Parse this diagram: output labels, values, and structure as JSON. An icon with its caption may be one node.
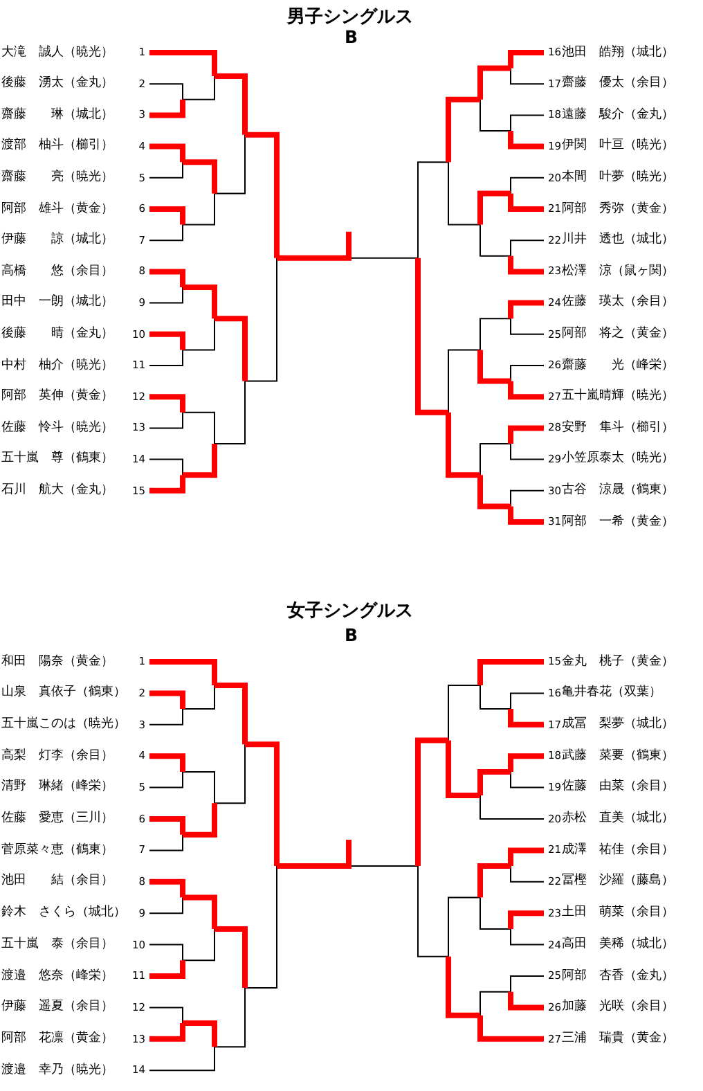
{
  "diagram": {
    "labels": [
      "男子シングルス",
      "B",
      "大滝　誠人（暁光）",
      "1",
      "後藤　湧太（金丸）",
      "2",
      "齋藤　　琳（城北）",
      "3",
      "渡部　柚斗（櫛引）",
      "4",
      "齋藤　　亮（暁光）",
      "5",
      "阿部　雄斗（黄金）",
      "6",
      "伊藤　　諒（城北）",
      "7",
      "高橋　　悠（余目）",
      "8",
      "田中　一朗（城北）",
      "9",
      "後藤　　晴（金丸）",
      "10",
      "中村　柚介（暁光）",
      "11",
      "阿部　英伸（黄金）",
      "12",
      "佐藤　怜斗（暁光）",
      "13",
      "五十嵐　尊（鶴東）",
      "14",
      "石川　航大（金丸）",
      "15",
      "16",
      "池田　皓翔（城北）",
      "17",
      "齋藤　優太（余目）",
      "18",
      "遠藤　駿介（金丸）",
      "19",
      "伊関　叶亘（暁光）",
      "20",
      "本間　叶夢（暁光）",
      "21",
      "阿部　秀弥（黄金）",
      "22",
      "川井　透也（城北）",
      "23",
      "松澤　涼（鼠ヶ関）",
      "24",
      "佐藤　瑛太（余目）",
      "25",
      "阿部　将之（黄金）",
      "26",
      "齋藤　　光（峰栄）",
      "27",
      "五十嵐晴輝（暁光）",
      "28",
      "安野　隼斗（櫛引）",
      "29",
      "小笠原泰太（暁光）",
      "30",
      "古谷　涼晟（鶴東）",
      "31",
      "阿部　一希（黄金）",
      "女子シングルス",
      "B",
      "和田　陽奈（黄金）",
      "1",
      "山泉　真依子（鶴東）",
      "2",
      "五十嵐このは（暁光）",
      "3",
      "高梨　灯李（余目）",
      "4",
      "清野　琳緒（峰栄）",
      "5",
      "佐藤　愛恵（三川）",
      "6",
      "菅原菜々恵（鶴東）",
      "7",
      "池田　　結（余目）",
      "8",
      "鈴木　さくら（城北）",
      "9",
      "五十嵐　泰（余目）",
      "10",
      "渡邉　悠奈（峰栄）",
      "11",
      "伊藤　遥夏（余目）",
      "12",
      "阿部　花凛（黄金）",
      "13",
      "渡邉　幸乃（暁光）",
      "14",
      "15",
      "金丸　桃子（黄金）",
      "16",
      "亀井春花（双葉）",
      "17",
      "成冨　梨夢（城北）",
      "18",
      "武藤　菜要（鶴東）",
      "19",
      "佐藤　由菜（余目）",
      "20",
      "赤松　直美（城北）",
      "21",
      "成澤　祐佳（余目）",
      "22",
      "冨樫　沙羅（藤島）",
      "23",
      "土田　萌菜（余目）",
      "24",
      "高田　美稀（城北）",
      "25",
      "阿部　杏香（金丸）",
      "26",
      "加藤　光咲（余目）",
      "27",
      "三浦　瑞貴（黄金）"
    ]
  }
}
